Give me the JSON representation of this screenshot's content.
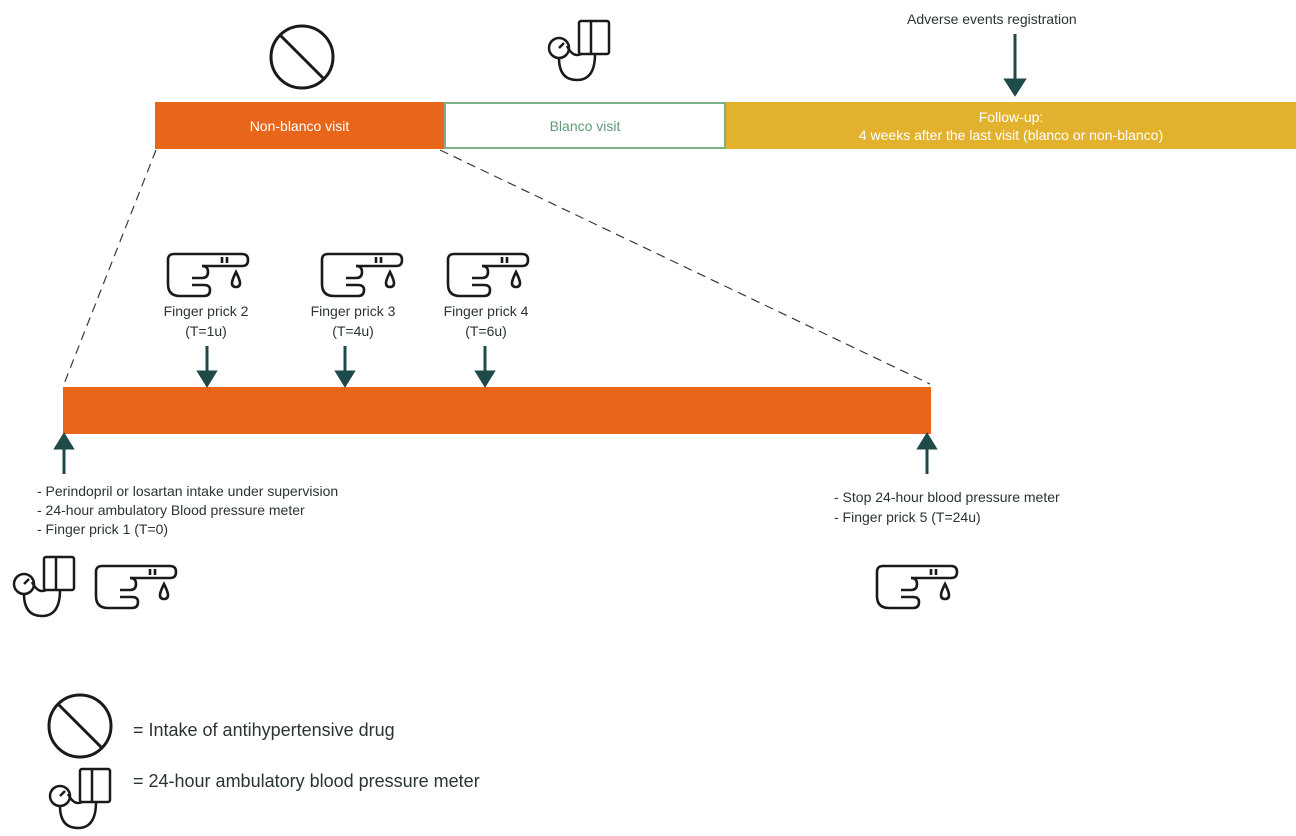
{
  "timeline": {
    "non_blanco_label": "Non-blanco visit",
    "blanco_label": "Blanco visit",
    "followup_line1": "Follow-up:",
    "followup_line2": "4 weeks after the last visit (blanco or non-blanco)",
    "adverse_events_label": "Adverse events registration"
  },
  "finger_pricks": [
    {
      "label": "Finger prick 2",
      "time": "(T=1u)"
    },
    {
      "label": "Finger prick 3",
      "time": "(T=4u)"
    },
    {
      "label": "Finger prick 4",
      "time": "(T=6u)"
    }
  ],
  "start_notes": [
    "- Perindopril or losartan intake under supervision",
    "- 24-hour ambulatory Blood pressure meter",
    "- Finger prick 1 (T=0)"
  ],
  "end_notes": [
    "- Stop 24-hour blood pressure meter",
    "- Finger prick 5 (T=24u)"
  ],
  "legend": {
    "drug": "= Intake of antihypertensive drug",
    "meter": "= 24-hour ambulatory blood pressure meter"
  },
  "colors": {
    "orange": "#e8651a",
    "yellow": "#e2b22e",
    "green_border": "#7fae8a",
    "blanco_text": "#5f9a78",
    "arrow": "#1f4a4a"
  },
  "icons": [
    "no-drug-icon",
    "blood-pressure-meter-icon",
    "finger-prick-icon"
  ]
}
